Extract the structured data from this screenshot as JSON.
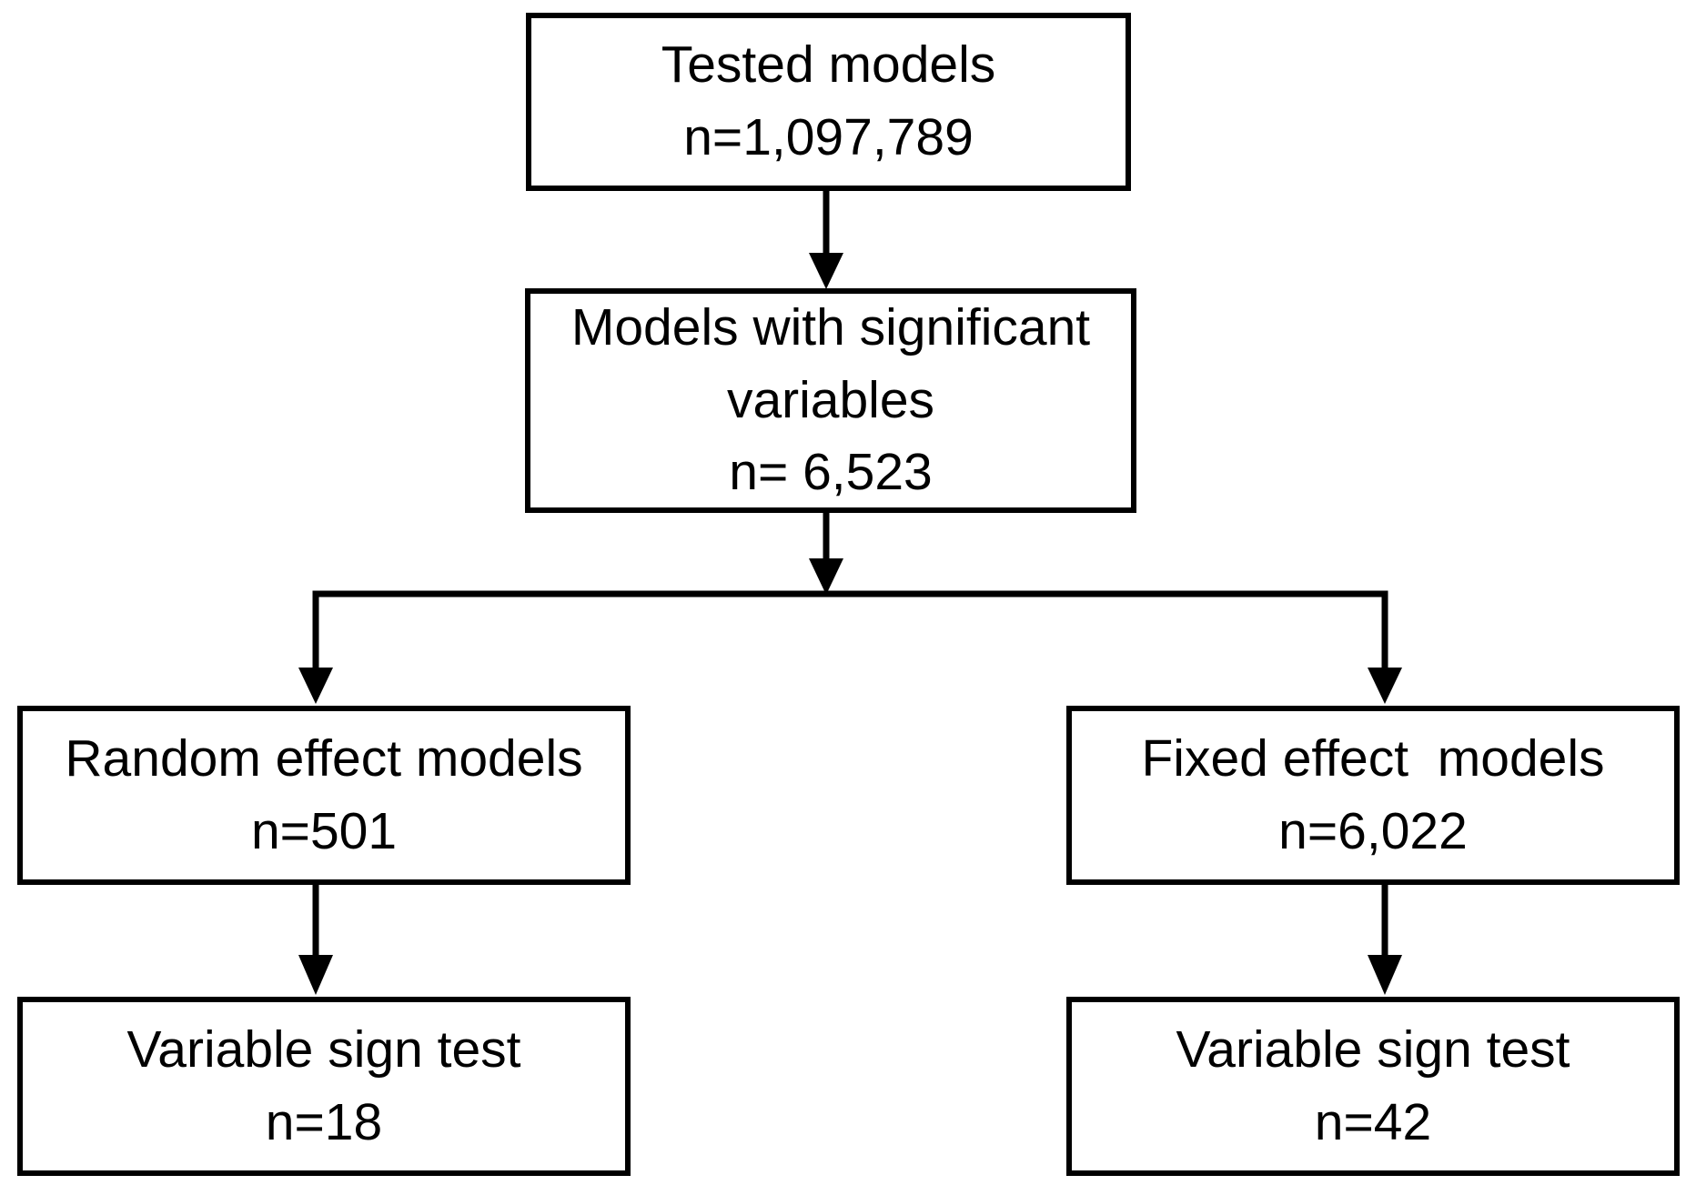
{
  "diagram": {
    "background_color": "#ffffff",
    "line_color": "#000000",
    "text_color": "#000000",
    "boxes": {
      "tested": {
        "lines": [
          "Tested models",
          "n=1,097,789"
        ]
      },
      "significant": {
        "lines": [
          "Models with significant",
          "variables",
          "n= 6,523"
        ]
      },
      "random": {
        "lines": [
          "Random effect models",
          "n=501"
        ]
      },
      "fixed": {
        "lines": [
          "Fixed effect  models",
          "n=6,022"
        ]
      },
      "random_test": {
        "lines": [
          "Variable sign test",
          "n=18"
        ]
      },
      "fixed_test": {
        "lines": [
          "Variable sign test",
          "n=42"
        ]
      }
    }
  }
}
